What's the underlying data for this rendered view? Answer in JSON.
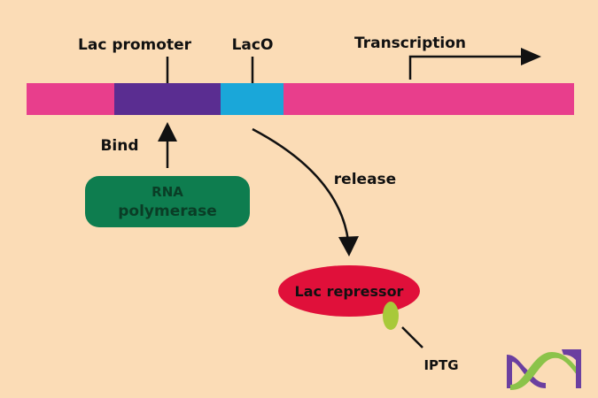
{
  "labels": {
    "lac_promoter": "Lac promoter",
    "laco": "LacO",
    "transcription": "Transcription",
    "bind": "Bind",
    "release": "release",
    "rna_line1": "RNA",
    "rna_line2": "polymerase",
    "lac_repressor": "Lac repressor",
    "iptg": "IPTG"
  },
  "colors": {
    "background": "#fbdcb6",
    "dna_strand": "#e83e8c",
    "promoter_region": "#5a2d91",
    "operator_region": "#1aa7d9",
    "rna_polymerase": "#0e7d4f",
    "rna_polymerase_text": "#0a3d26",
    "lac_repressor": "#e0103a",
    "iptg": "#a8c93a",
    "logo_purple": "#6b3fa0",
    "logo_green": "#8bc34a"
  },
  "icons": {
    "logo": "merck-logo-icon"
  }
}
